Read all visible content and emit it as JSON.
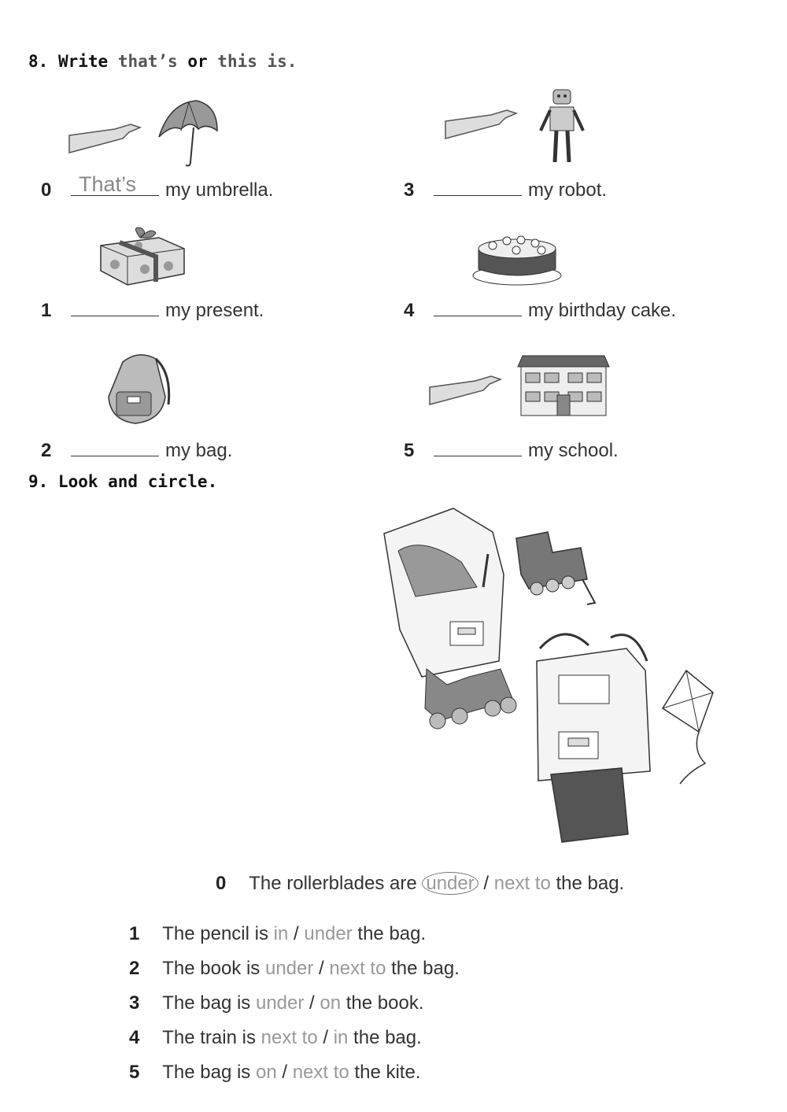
{
  "ex8": {
    "number": "8.",
    "text_parts": [
      "Write",
      "that’s",
      "or",
      "this is."
    ],
    "items": [
      {
        "num": "0",
        "answer": "That’s",
        "text": "my umbrella."
      },
      {
        "num": "1",
        "answer": "",
        "text": "my present."
      },
      {
        "num": "2",
        "answer": "",
        "text": "my bag."
      },
      {
        "num": "3",
        "answer": "",
        "text": "my robot."
      },
      {
        "num": "4",
        "answer": "",
        "text": "my birthday cake."
      },
      {
        "num": "5",
        "answer": "",
        "text": "my school."
      }
    ],
    "images": [
      "pointing-hand",
      "umbrella",
      "robot",
      "present",
      "birthday-cake",
      "schoolbag",
      "school-building"
    ]
  },
  "ex9": {
    "heading": "9. Look and circle.",
    "example": {
      "num": "0",
      "pre": "The rollerblades are",
      "opt1": "under",
      "sep": "/",
      "opt2": "next to",
      "post": "the bag.",
      "circled": "under"
    },
    "items": [
      {
        "num": "1",
        "pre": "The pencil is",
        "opt1": "in",
        "sep": "/",
        "opt2": "under",
        "post": "the bag."
      },
      {
        "num": "2",
        "pre": "The book is",
        "opt1": "under",
        "sep": "/",
        "opt2": "next to",
        "post": "the bag."
      },
      {
        "num": "3",
        "pre": "The bag is",
        "opt1": "under",
        "sep": "/",
        "opt2": "on",
        "post": "the book."
      },
      {
        "num": "4",
        "pre": "The train is",
        "opt1": "next to",
        "sep": "/",
        "opt2": "in",
        "post": "the bag."
      },
      {
        "num": "5",
        "pre": "The bag is",
        "opt1": "on",
        "sep": "/",
        "opt2": "next to",
        "post": "the kite."
      }
    ]
  },
  "colors": {
    "ink": "#222222",
    "faded": "#999999",
    "answer": "#888888"
  }
}
